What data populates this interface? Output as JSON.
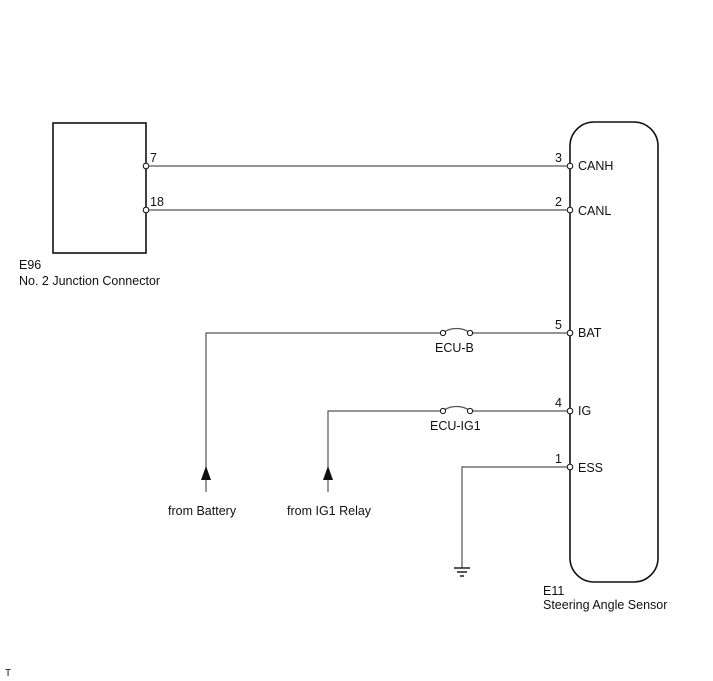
{
  "junction_connector": {
    "code": "E96",
    "name": "No. 2 Junction Connector",
    "pins": [
      "7",
      "18"
    ]
  },
  "sensor": {
    "code": "E11",
    "name": "Steering Angle Sensor",
    "terminals": [
      {
        "num": "3",
        "name": "CANH"
      },
      {
        "num": "2",
        "name": "CANL"
      },
      {
        "num": "5",
        "name": "BAT"
      },
      {
        "num": "4",
        "name": "IG"
      },
      {
        "num": "1",
        "name": "ESS"
      }
    ]
  },
  "fuses": [
    "ECU-B",
    "ECU-IG1"
  ],
  "sources": [
    "from Battery",
    "from IG1 Relay"
  ],
  "corner_mark": "T",
  "colors": {
    "wire": "#555555",
    "outline": "#111111"
  }
}
